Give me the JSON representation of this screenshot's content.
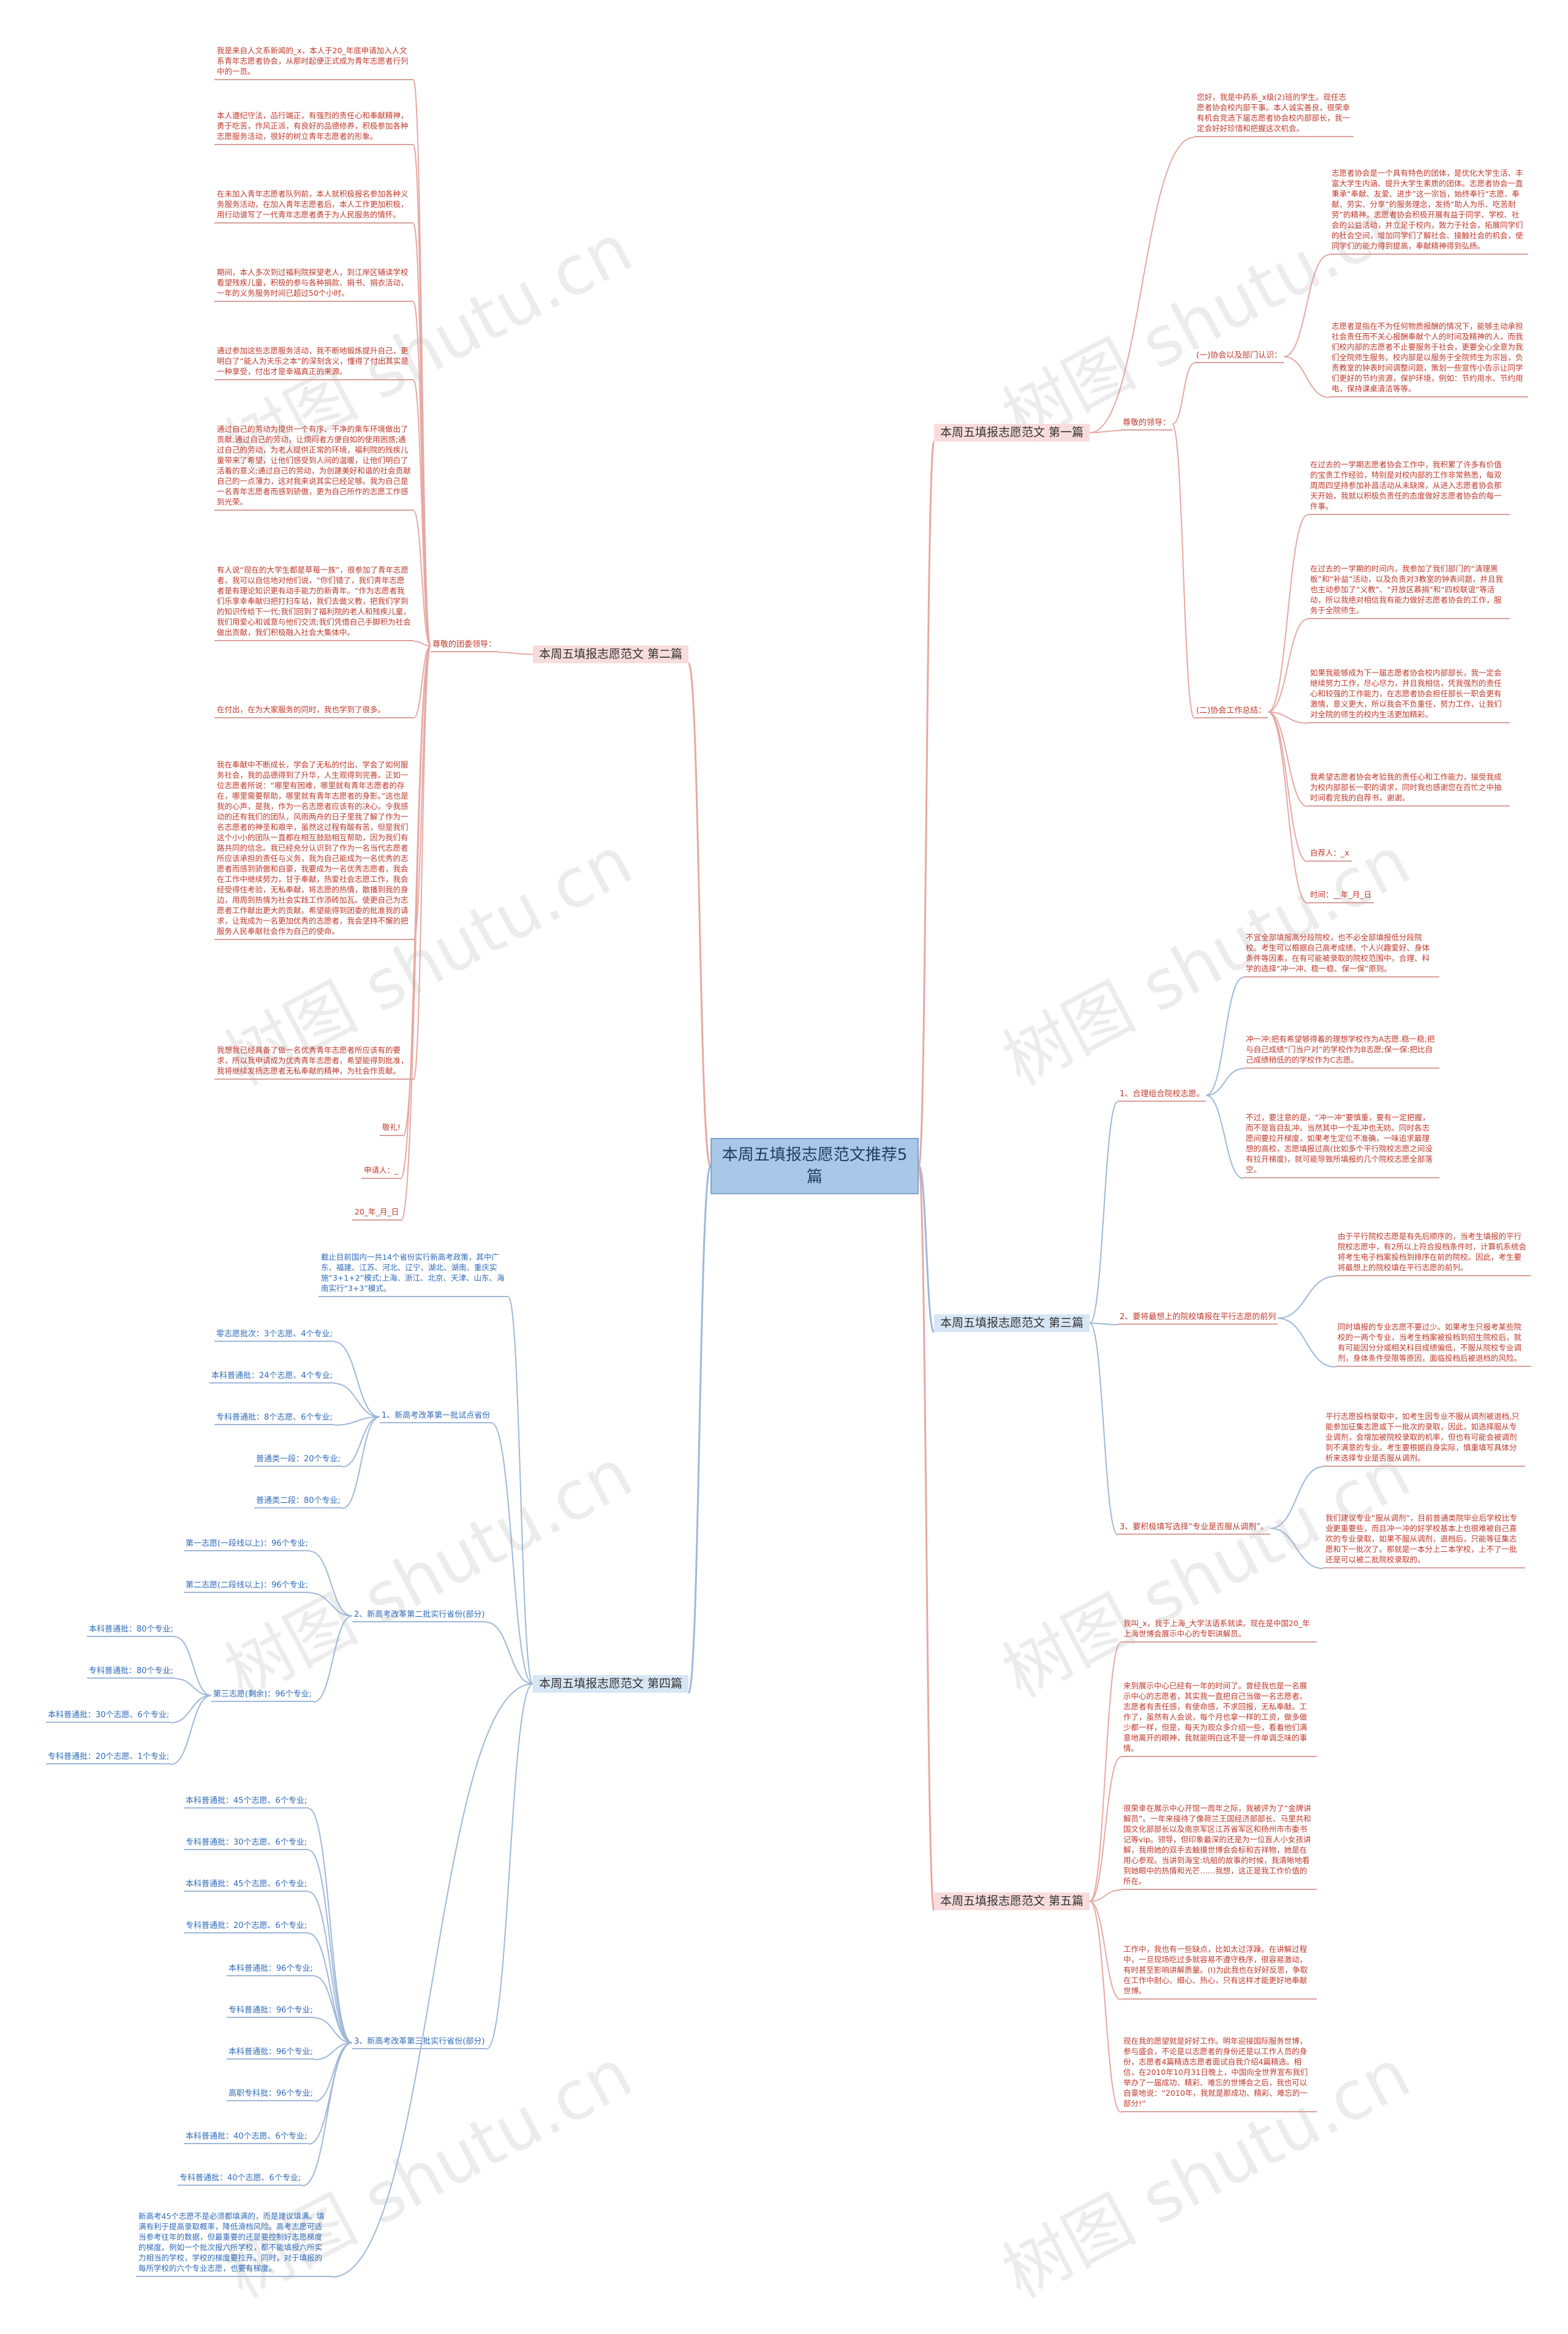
{
  "center": "本周五填报志愿范文推荐5篇",
  "watermark": "树图 shutu.cn",
  "branches": {
    "b1": "本周五填报志愿范文 第一篇",
    "b2": "本周五填报志愿范文 第二篇",
    "b3": "本周五填报志愿范文 第三篇",
    "b4": "本周五填报志愿范文 第四篇",
    "b5": "本周五填报志愿范文 第五篇"
  },
  "b1": {
    "intro": "您好，我是中药系_x级(2)班的学生。现任志愿者协会校内部干事。本人诚实善良，很荣幸有机会竞选下届志愿者协会校内部部长，我一定会好好珍惜和把握这次机会。",
    "greeting": "尊敬的领导：",
    "sub1_label": "(一)协会以及部门认识：",
    "sub1_p1": "志愿者协会是一个具有特色的团体，是优化大学生活、丰富大学生内涵、提升大学生素质的团体。志愿者协会一直秉承“奉献、友爱、进步”这一宗旨，始终奉行“志愿、奉献、劳实、分享”的服务理念，发扬“助人为乐、吃苦耐劳”的精神。志愿者协会积极开展有益于同学、学校、社会的公益活动，并立足于校内，致力于社会，拓展同学们的社会空间，增加同学们了解社会、接触社会的机会，使同学们的能力得到提高，奉献精神得到弘扬。",
    "sub1_p2": "志愿者是指在不为任何物质报酬的情况下，能够主动承担社会责任而不关心报酬奉献个人的时间及精神的人，而我们校内部的志愿者不止要服务于社会，更要全心全意为我们全院师生服务。校内部是以服务于全院师生为宗旨，负责教室的钟表时间调整问题，策划一些宣传小告示让同学们更好的节约资源，保护环境，例如：节约用水、节约用电，保持课桌清洁等等。",
    "sub2_label": "(二)协会工作总结：",
    "sub2_p1": "在过去的一学期志愿者协会工作中，我积累了许多有价值的宝贵工作经验，特别是对校内部的工作非常熟悉，每双周周四坚持参加补昌活动从未缺席，从进入志愿者协会那天开始，我就以积极负责任的态度做好志愿者协会的每一件事。",
    "sub2_p2": "在过去的一学期的时间内，我参加了我们部门的“清理黑板”和“补益”活动，以及负责对3教室的钟表问题，并且我也主动参加了“义教”、“开放区慕捐”和“四校联谊”等活动，所以我绝对相信我有能力做好志愿者协会的工作，服务于全院师生。",
    "sub2_p3": "如果我能够成为下一届志愿者协会校内部部长，我一定会继续努力工作，尽心尽力，并且我相信，凭我强烈的责任心和较强的工作能力，在志愿者协会担任部长一职会更有激情，意义更大，所以我会不负重任，努力工作，让我们对全院的师生的校内生活更加精彩。",
    "sub2_p4": "我希望志愿者协会考验我的责任心和工作能力，接受我成为校内部部长一职的请求，同时我也感谢您在百忙之中抽时间看完我的自荐书，谢谢。",
    "sign": "自荐人：_x",
    "date": "时间：__年_月_日"
  },
  "b2": {
    "greeting": "尊敬的团委领导：",
    "p1": "我是来自人文系新闻的_x，本人于20_年底申请加入人文系青年志愿者协会，从那时起便正式成为青年志愿者行列中的一员。",
    "p2": "本人遵纪守法，品行端正，有强烈的责任心和奉献精神，勇于吃苦，作风正派，有良好的品德修养，积极参加各种志愿服务活动，很好的树立青年志愿者的形象。",
    "p3": "在未加入青年志愿者队列前，本人就积极报名参加各种义务服务活动，在加入青年志愿者后，本人工作更加积极，用行动谱写了一代青年志愿者勇于为人民服务的情怀。",
    "p4": "期间，本人多次到过福利院探望老人，到江岸区辅读学校看望残疾儿童，积极的参与各种捐款、捐书、捐衣活动，一年的义务服务时间已超过50个小时。",
    "p5": "通过参加这些志愿服务活动，我不断地锻炼提升自己，更明白了“能人为天乐之本”的深刻含义，懂得了付出其实是一种享受，付出才是幸福真正的来源。",
    "p6": "通过自己的劳动为提供一个有序、干净的乘车环境做出了贡献;通过自己的劳动，让烦闷者方便自如的使用困惑;通过自己的劳动，为老人提供正常的环境，福利院的残疾儿童带来了希望，让他们感受到人间的温暖，让他们明白了活着的意义;通过自己的劳动，为创建美好和谐的社会贡献自己的一点薄力，这对我来说其实已经足够。我为自己是一名青年志愿者而感到骄傲，更为自己所作的志愿工作感到光荣。",
    "p7": "有人说“现在的大学生都是草莓一族”，很参加了青年志愿者，我可以自信地对他们说，“你们错了，我们青年志愿者是有理论知识更有动手能力的新青年。“作为志愿者我们乐享幸奉献归把打扫车站，我们去做义教，把我们学到的知识传给下一代;我们回到了福利院的老人和残疾儿童，我们用爱心和诚意与他们交流;我们凭借自己手脚积为社会做出贡献，我们积极融入社会大集体中。",
    "p8": "在付出，在为大家服务的同时，我也学到了很多。",
    "p9": "我在奉献中不断成长，学会了无私的付出、学会了如何服务社会，我的品德得到了升华，人生观得到完善。正如一位志愿者所说：“哪里有困难，哪里就有青年志愿者的存在，哪里需要帮助，哪里就有青年志愿者的身影。”这也是我的心声，是我，作为一名志愿者应该有的决心。令我感动的还有我们的团队，风雨两舟的日子里我了解了作为一名志愿者的神圣和艰辛，虽然这过程有酸有苦，但是我们这个小小的团队一直都在相互鼓励相互帮助，因为我们有路共同的信念。我已经充分认识到了作为一名当代志愿者所应该承担的责任与义务，我为自己能成为一名优秀的志愿者而感到骄傲和自豪，我要成为一名优秀志愿者，我会在工作中继续努力，甘于奉献，热爱社会志愿工作，我会经受得住考验，无私奉献，将志愿的热情，散播到我的身边，用周到热情为社会实践工作添砖加瓦。使更自己为志愿者工作献出更大的贡献。希望能得到团委的批准我的请求，让我成为一名更加优秀的志愿者，我会坚持不懈的把服务人民奉献社会作为自己的使命。",
    "p10": "我想我已经具备了做一名优秀青年志愿者所应该有的要求，所以我申请成为优秀青年志愿者，希望能得到批准，我将继续发扬志愿者无私奉献的精神，为社会作贡献。",
    "p11": "敬礼!",
    "p12": "申请人：_",
    "p13": "20_年_月_日"
  },
  "b3": {
    "s1": "1、合理组合院校志愿。",
    "s1_p1": "不宜全部填报高分段院校，也不必全部填报低分段院校。考生可以根据自己高考成绩、个人兴趣爱好、身体条件等因素，在有可能被录取的院校范围中，合理、科学的选择“冲一冲、稳一稳、保一保”原则。",
    "s1_p2": "冲一冲;把有希望够得着的理想学校作为A志愿.稳一稳;把与自己成绩“门当户对”的学校作为B志愿;保一保:把比自己成绩稍低的的学校作为C志愿。",
    "s1_p3": "不过，要注意的是，“冲一冲”要慎重，要有一定把握，而不是盲目乱冲。当然其中一个乱冲也无妨。同时各志愿间要拉开梯度，如果考生定位不准确，一味追求最理想的高校，志愿填报过高(比如多个平行院校志愿之间没有拉开梯度)，就可能导致所填报的几个院校志愿全部落空。",
    "s2": "2、要将最想上的院校填报在平行志愿的前列",
    "s2_p1": "由于平行院校志愿是有先后顺序的，当考生填报的平行院校志愿中，有2所以上符合投档条件时，计算机系统会将考生电子档案投档到排序在前的院校。因此，考生要将最想上的院校填在平行志愿的前列。",
    "s2_p2": "同时填报的专业志愿不要过少。如果考生只报考某些院校的一两个专业，当考生档案被投档到招生院校后，就有可能因分分或相关科目成绩偏低，不服从院校专业调剂，身体条件受限等原因，面临投档后被退档的风险。",
    "s3": "3、要积极填写选择“专业是否服从调剂”。",
    "s3_p1": "平行志愿投档录取中，如考生因专业不服从调剂被退档,只能参加征集志愿或下一批次的录取，因此，如选择服从专业调剂，会增加被院校录取的机率，但也有可能会被调剂到不满意的专业。考生要根据自身实际，慎重填写具体分析来选择专业是否服从调剂。",
    "s3_p2": "我们建议专业“服从调剂”，目前普通类院毕业后学校比专业更重要些，而且冲一冲的好学校基本上也很难被自己喜欢的专业录取，如果不服从调剂，退档后，只能等征集志愿和下一批次了。那就是一本分上二本学校，上不了一批还是可以被二批院校录取的。"
  },
  "b4": {
    "intro": "截止目前国内一共14个省份实行新高考政策，其中广东、福建、江苏、河北、辽宁、湖北、湖南、重庆实施“3+1+2”模式;上海、浙江、北京、天津、山东、海南实行“3+3”模式。",
    "g1": "1、新高考改革第一批试点省份",
    "g1_items": [
      "零志愿批次：3个志愿、4个专业;",
      "本科普通批：24个志愿、4个专业;",
      "专科普通批：8个志愿、6个专业;",
      "普通类一段：20个专业;",
      "普通类二段：80个专业;"
    ],
    "g2": "2、新高考改革第二批实行省份(部分)",
    "g2_items": [
      "第一志愿(一段线以上)：96个专业;",
      "第二志愿(二段线以上)：96个专业;",
      "第三志愿(剩余)：96个专业;"
    ],
    "g2_left": [
      "本科普通批：80个专业;",
      "专科普通批：80个专业;",
      "本科普通批：30个志愿、6个专业;",
      "专科普通批：20个志愿、1个专业;"
    ],
    "g3": "3、新高考改革第三批实行省份(部分)",
    "g3_items": [
      "本科普通批：45个志愿、6个专业;",
      "专科普通批：30个志愿、6个专业;",
      "本科普通批：45个志愿、6个专业;",
      "专科普通批：20个志愿、6个专业;",
      "本科普通批：96个专业;",
      "专科普通批：96个专业;",
      "本科普通批：96个专业;",
      "高职专科批：96个专业;",
      "本科普通批：40个志愿、6个专业;",
      "专科普通批：40个志愿、6个专业;"
    ],
    "outro": "新高考45个志愿不是必须都填满的，而是建议填满。填满有利于提高录取概率，降低滑档风险。高考志愿可适当参考往年的数据，但最重要的还是要控制好志愿梯度的梯度。例如一个批次报六所学校，都不能填报六所实力相当的学校，学校的梯度要拉开。同时，对于填报的每所学校的六个专业志愿，也要有梯度。"
  },
  "b5": {
    "p1": "我叫_x，我于上海_大学法语系就读。现在是中国20_年上海世博会展示中心的专职讲解员。",
    "p2": "来到展示中心已经有一年的时间了。曾经我也是一名展示中心的志愿者，其实我一直把自己当做一名志愿者。志愿者有责任感，有使命感，不求回报，无私奉献。工作了，虽然有人会说，每个月也拿一样的工资，做多做少都一样，但是，每天为观众多介绍一些，看着他们满意地离开的眼神，我就能明白这不是一件单调乏味的事情。",
    "p3": "很荣幸在展示中心开馆一周年之际，我被评为了“金牌讲解员”。一年来接待了像荷兰王国经济部部长、马里共和国文化部部长以及南京军区江苏省军区和扬州市市委书记等vip。领导，但印象最深的还是为一位盲人小女孩讲解，我用她的双手去触摸世博会会标和吉祥物，她是在用心参观。当讲到海宝:坑船的故事的时候，我清晰地看到她眼中的热情和光芒……我想，这正是我工作价值的所在。",
    "p4": "工作中，我也有一些缺点，比如太过浮躁。在讲解过程中，一旦现场吃过多就容易不遵守秩序，很容易激动，有时甚至影响讲解质量。(I)为此我也在好好反思，争取在工作中耐心、细心、热心，只有这样才能更好地奉献世博。",
    "p5": "现在我的愿望就是好好工作。明年迎接国际服务世博，参与盛会，不论是以志愿者的身份还是以工作人员的身份，志愿者4篇精选志愿者面试自我介绍4篇精选。相信，在2010年10月31日晚上，中国向全世界宣布我们举办了一届成功、精彩、难忘的世博会之后，我也可以自豪地说：“2010年，我就是那成功、精彩、难忘的一部分!”"
  },
  "colors": {
    "red_text": "#c0392b",
    "blue_text": "#2e6ab8",
    "pink_line": "#e6a9a4",
    "blue_line": "#9fb8d8",
    "center_bg": "#a9c7e6"
  }
}
